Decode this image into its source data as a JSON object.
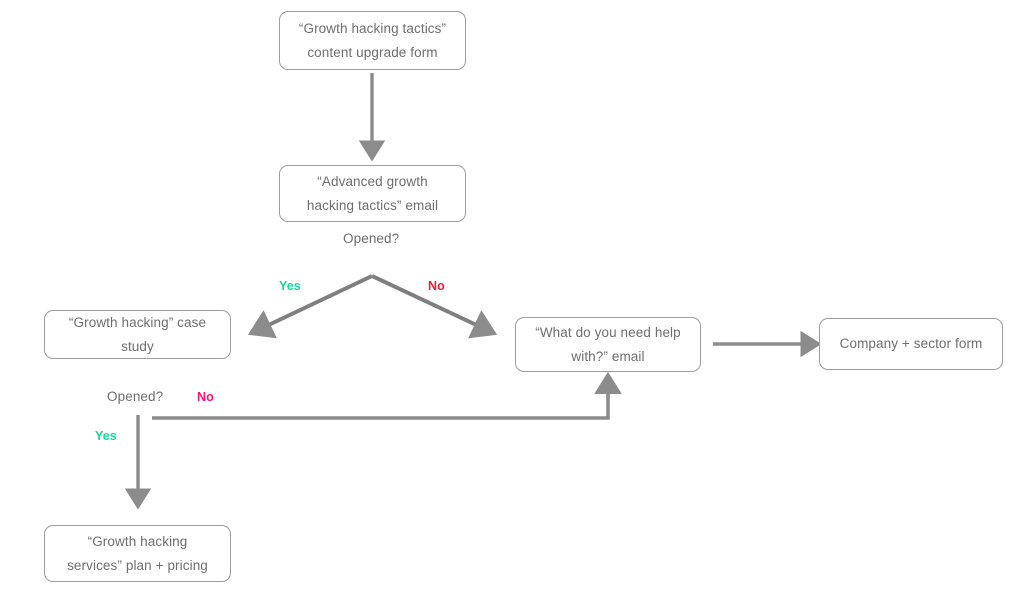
{
  "diagram": {
    "title": "Growth hacking email nurture flowchart",
    "background": "#ffffff",
    "stroke_color": "#8c8c8c",
    "node_border_color": "#9d9d9d",
    "text_color": "#6e6e6e",
    "yes_color": "#16d996",
    "no_color_branch": "#ee1f31",
    "no_color_loop": "#f5186b"
  },
  "nodes": {
    "content_upgrade_form": {
      "line1": "“Growth hacking tactics”",
      "line2": "content upgrade form"
    },
    "advanced_tactics_email": {
      "line1": "“Advanced growth",
      "line2": "hacking tactics” email"
    },
    "case_study": {
      "line1": "“Growth hacking” case",
      "line2": "study"
    },
    "help_email": {
      "line1": "“What do you need help",
      "line2": "with?” email"
    },
    "company_sector_form": {
      "line1": "Company + sector form"
    },
    "services_plan_pricing": {
      "line1": "“Growth hacking",
      "line2": "services” plan + pricing"
    }
  },
  "labels": {
    "opened_top": "Opened?",
    "branch_yes": "Yes",
    "branch_no": "No",
    "opened_bottom": "Opened?",
    "loop_no": "No",
    "loop_yes": "Yes"
  }
}
